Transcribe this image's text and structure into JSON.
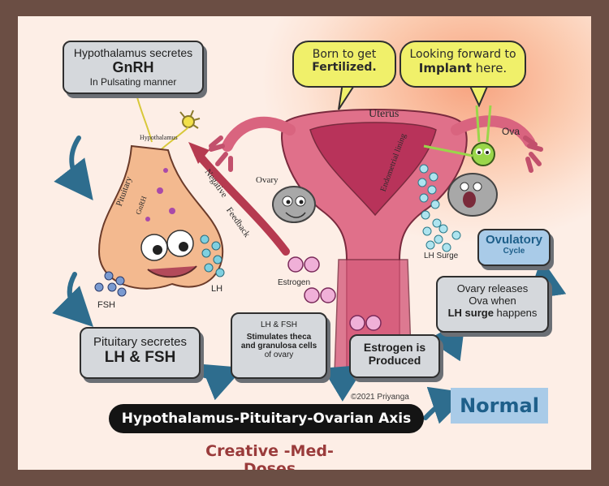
{
  "boxes": {
    "hypothalamus": {
      "line1": "Hypothalamus secretes",
      "line2": "GnRH",
      "line3": "In Pulsating manner"
    },
    "pituitary": {
      "line1": "Pituitary secretes",
      "line2": "LH & FSH"
    },
    "stimulates": {
      "line1": "LH & FSH",
      "line2": "Stimulates theca",
      "line3": "and granulosa cells",
      "line4": "of ovary"
    },
    "estrogen": {
      "line1": "Estrogen is",
      "line2": "Produced"
    },
    "ovary_release": {
      "line1": "Ovary releases",
      "line2": "Ova when",
      "line3_bold": "LH surge",
      "line3_rest": " happens"
    },
    "ovulatory": {
      "line1": "Ovulatory",
      "line2": "Cycle"
    }
  },
  "bubbles": {
    "left": {
      "line1": "Born to get",
      "line2": "Fertilized."
    },
    "right": {
      "line1": "Looking forward to",
      "line2_bold": "Implant",
      "line2_rest": " here."
    }
  },
  "labels": {
    "hypothalamus": "Hypothalamus",
    "pituitary": "Pituitary",
    "gnrh": "GnRH",
    "negative_feedback_1": "Negative",
    "negative_feedback_2": "Feedback",
    "uterus": "Uterus",
    "endometrial_lining": "Endometrial lining",
    "ovary": "Ovary",
    "ova": "Ova",
    "lh_surge": "LH Surge",
    "estrogen": "Estrogen",
    "fsh": "FSH",
    "lh": "LH",
    "copyright": "©2021 Priyanga"
  },
  "banner": {
    "title": "Hypothalamus-Pituitary-Ovarian Axis",
    "normal": "Normal"
  },
  "footer": {
    "brand": "Creative -Med-Doses"
  },
  "colors": {
    "frame": "#6b4e44",
    "box": "#d5d8dc",
    "bubble": "#f0f06a",
    "arrow": "#2e6d8e",
    "banner": "#141414",
    "brand": "#9a3b3b",
    "normal_bg": "#a9cbe8",
    "normal_text": "#1e5f8a"
  }
}
